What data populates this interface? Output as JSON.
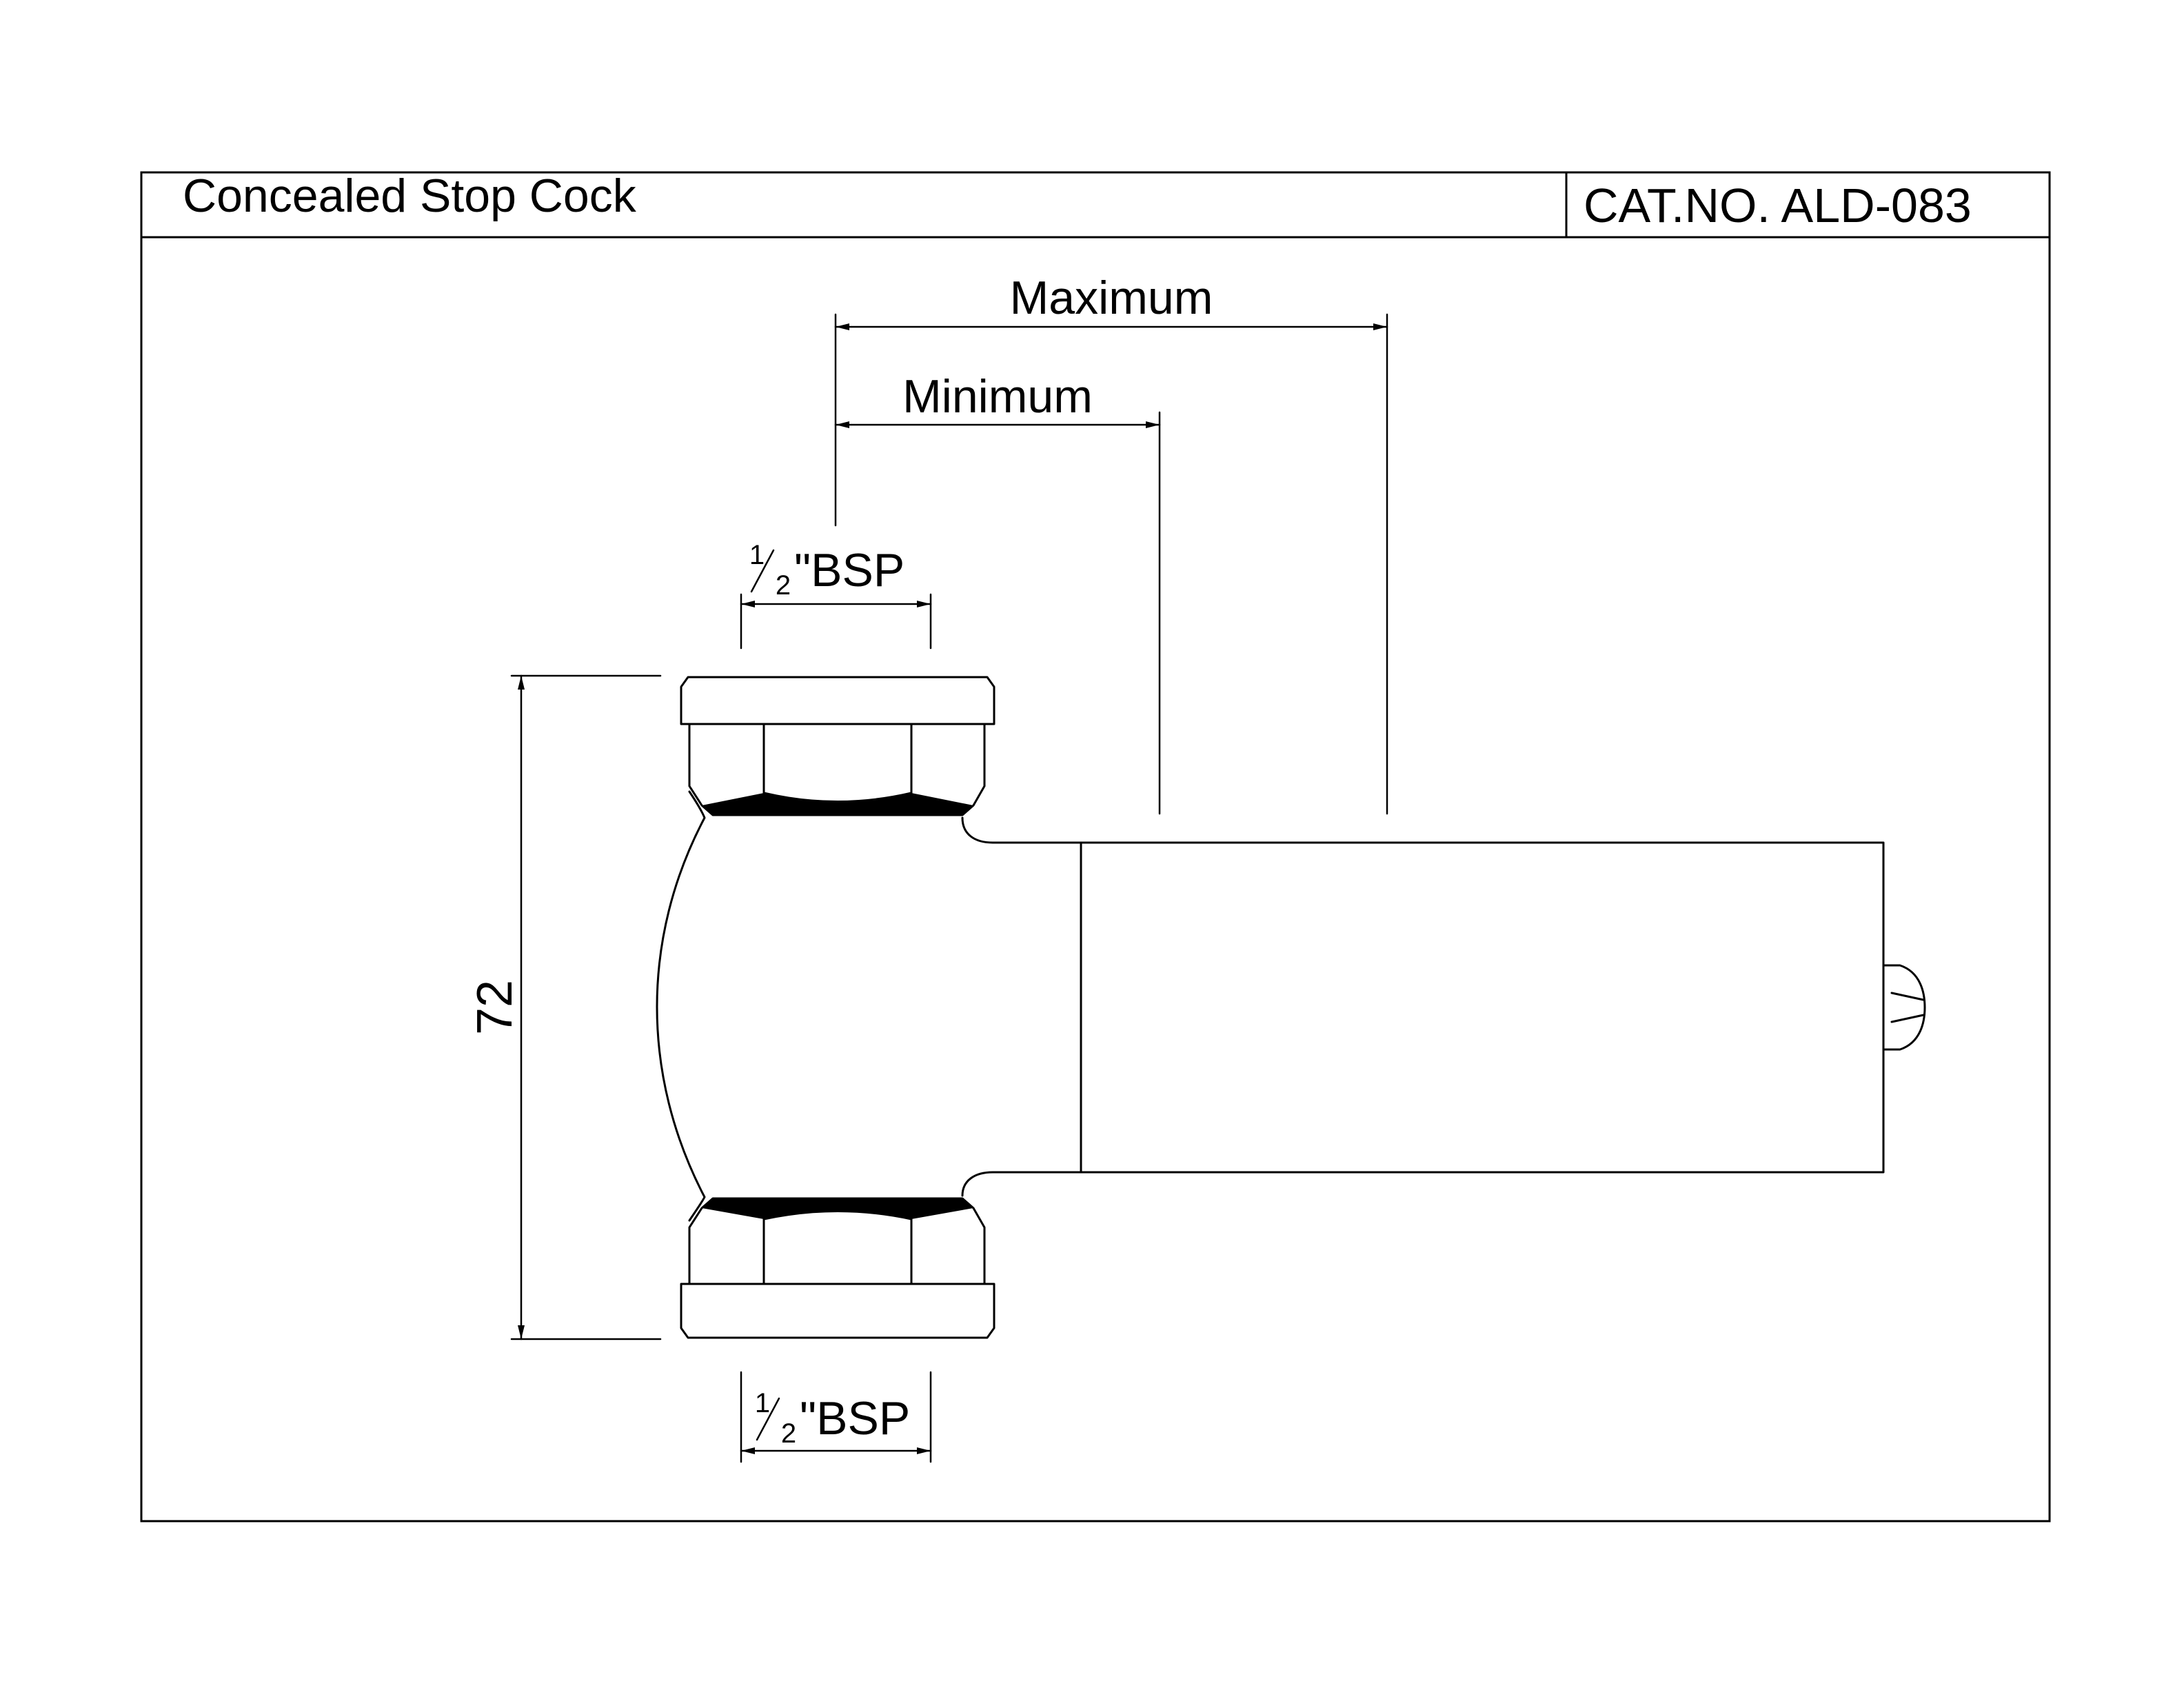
{
  "title_block": {
    "title": "Concealed Stop Cock",
    "catalog_number": "CAT.NO. ALD-083"
  },
  "dimensions": {
    "maximum_label": "Maximum",
    "minimum_label": "Minimum",
    "top_thread": {
      "fraction_num": "1",
      "fraction_den": "2",
      "suffix": "\"BSP"
    },
    "bottom_thread": {
      "fraction_num": "1",
      "fraction_den": "2",
      "suffix": "\"BSP"
    },
    "height_label": "72"
  }
}
